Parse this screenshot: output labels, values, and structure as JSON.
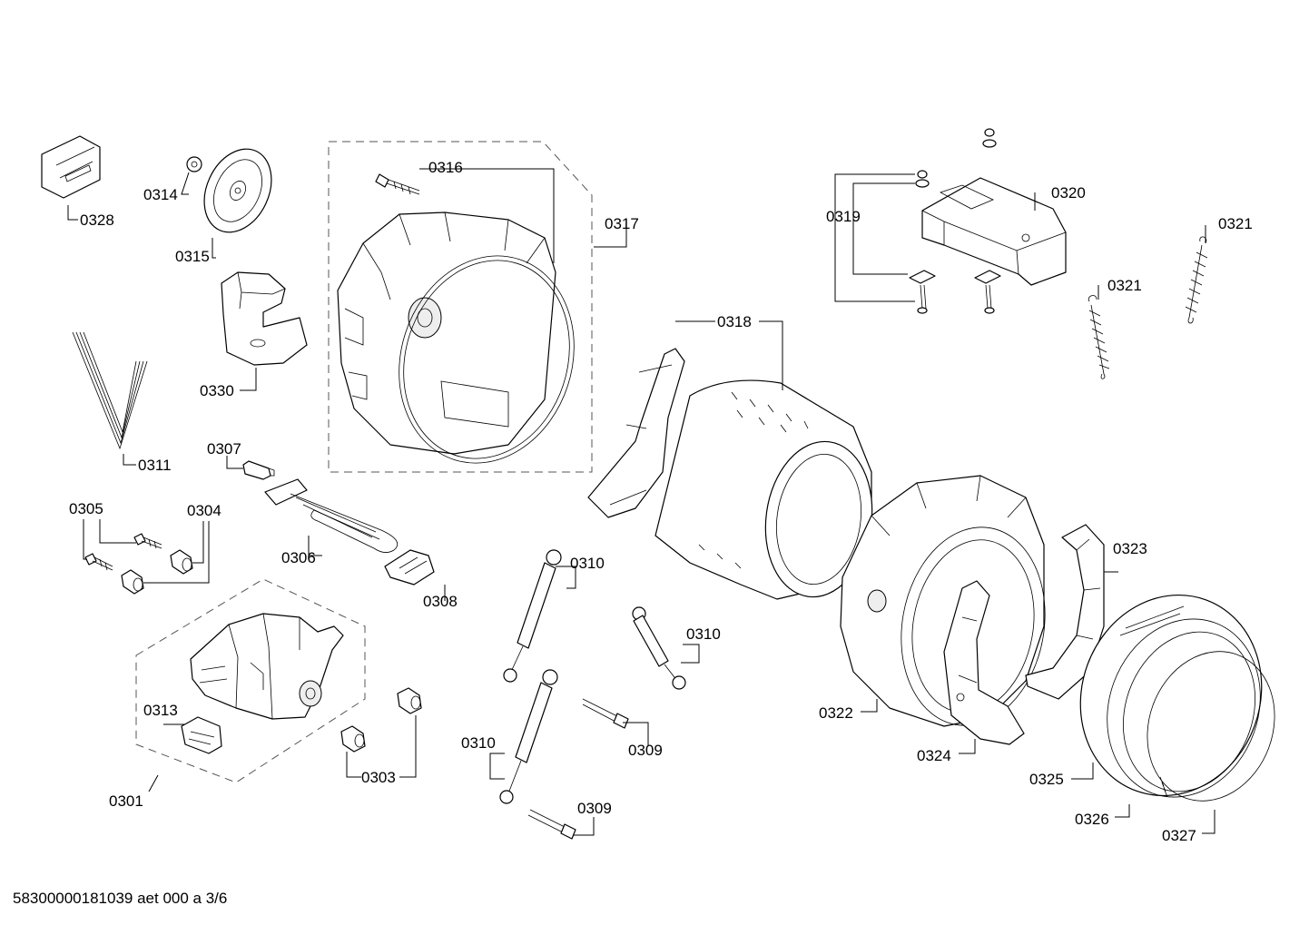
{
  "footer": "58300000181039 aet 000 a 3/6",
  "callouts": {
    "c0301": "0301",
    "c0303": "0303",
    "c0304": "0304",
    "c0305": "0305",
    "c0306": "0306",
    "c0307": "0307",
    "c0308": "0308",
    "c0309a": "0309",
    "c0309b": "0309",
    "c0310a": "0310",
    "c0310b": "0310",
    "c0310c": "0310",
    "c0311": "0311",
    "c0313": "0313",
    "c0314": "0314",
    "c0315": "0315",
    "c0316": "0316",
    "c0317": "0317",
    "c0318": "0318",
    "c0319": "0319",
    "c0320": "0320",
    "c0321a": "0321",
    "c0321b": "0321",
    "c0322": "0322",
    "c0323": "0323",
    "c0324": "0324",
    "c0325": "0325",
    "c0326": "0326",
    "c0327": "0327",
    "c0328": "0328",
    "c0330": "0330"
  }
}
